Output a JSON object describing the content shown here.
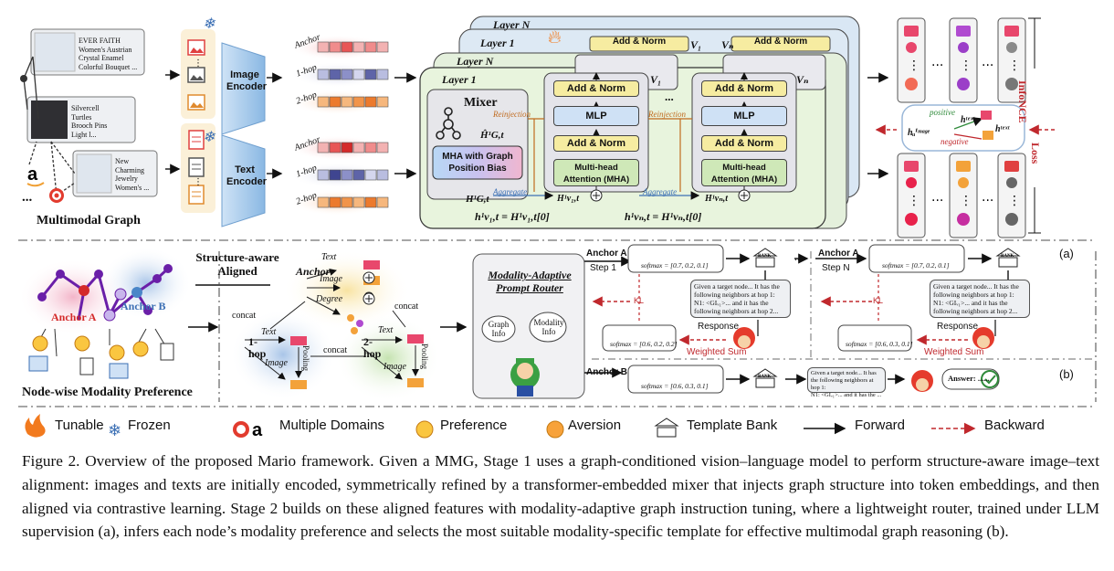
{
  "multimodal_graph": {
    "title": "Multimodal Graph",
    "product1": [
      "EVER FAITH",
      "Women's Austrian",
      "Crystal Enamel",
      "Colorful Bouquet ..."
    ],
    "product2": [
      "Silvercell",
      "Turtles",
      "Brooch Pins",
      "Light l..."
    ],
    "product3": [
      "New",
      "Charming",
      "Jewelry",
      "Women's ..."
    ],
    "ellipsis": "..."
  },
  "encoders": {
    "image": "Image\nEncoder",
    "image_l1": "Image",
    "image_l2": "Encoder",
    "text_l1": "Text",
    "text_l2": "Encoder"
  },
  "hop_labels": {
    "anchor": "Anchor",
    "hop1": "1-hop",
    "hop2": "2-hop"
  },
  "stage1": {
    "layer_n": "Layer N",
    "layer_1": "Layer 1",
    "dots": ":",
    "mixer_title": "Mixer",
    "mixer_block_l1": "MHA with Graph",
    "mixer_block_l2": "Position Bias",
    "add_norm": "Add & Norm",
    "mlp": "MLP",
    "mha_l1": "Multi-head",
    "mha_l2": "Attention (MHA)",
    "reinjection": "Reinjection",
    "aggregate": "Aggregate",
    "v1": "V₁",
    "vn": "Vₙ",
    "hg_label": "H¹G,t",
    "hg_hat": "Ĥ¹G,t",
    "eq1": "h¹v₁,t = H¹v₁,t[0]",
    "eq2": "h¹vₙ,t = H¹vₙ,t[0]",
    "h_v1": "H¹v₁,t",
    "h_vn": "H¹vₙ,t",
    "infonce": "InfoNCE",
    "loss": "Loss",
    "positive": "positive",
    "negative": "negative",
    "hu_image": "hᵤⁱᵐᵃᵍᵉ",
    "ht_text": "hᵗᵉˣᵗ",
    "panel_label": "(a)"
  },
  "preference": {
    "title": "Node-wise Modality Preference",
    "anchor_a": "Anchor A",
    "anchor_b": "Anchor B"
  },
  "aligned": {
    "title_l1": "Structure-aware",
    "title_l2": "Aligned",
    "anchor": "Anchor",
    "text": "Text",
    "image": "Image",
    "degree": "Degree",
    "concat": "concat",
    "hop1": "1-",
    "hop1b": "hop",
    "hop2": "2-",
    "hop2b": "hop",
    "pooling": "Pooling"
  },
  "router": {
    "title_l1": "Modality-Adaptive",
    "title_l2": "Prompt Router",
    "graph_info": "Graph Info",
    "modality_info": "Modality Info",
    "anchor_a": "Anchor A",
    "anchor_b": "Anchor B",
    "step1": "Step 1",
    "stepn": "Step N",
    "softmax1": "softmax = [0.7, 0.2, 0.1]",
    "softmax2": "softmax = [0.6, 0.2, 0.2]",
    "softmax3": "softmax = [0.6, 0.3, 0.1]",
    "kl": "KL",
    "response": "Response",
    "weighted_sum": "Weighted Sum",
    "bank": "BANK",
    "prompt1": "Given a target node... It has the following neighbors at hop 1:",
    "prompt_n1": "N1: <GIᵥ₁>... and it has the following neighbors at hop 2...",
    "prompt_b": "Given a target node... It has the following neighbors at hop 1:",
    "prompt_b2": "N1: <GIᵥ₁>... and it has the ...",
    "answer": "Answer: ......",
    "panel_label": "(b)"
  },
  "legend": {
    "tunable": "Tunable",
    "frozen": "Frozen",
    "domains": "Multiple Domains",
    "preference": "Preference",
    "aversion": "Aversion",
    "bank": "Template Bank",
    "forward": "Forward",
    "backward": "Backward"
  },
  "caption": "Figure 2. Overview of the proposed Mario framework. Given a MMG, Stage 1 uses a graph-conditioned vision–language model to perform structure-aware image–text alignment: images and texts are initially encoded, symmetrically refined by a transformer-embedded mixer that injects graph structure into token embeddings, and then aligned via contrastive learning. Stage 2 builds on these aligned features with modality-adaptive graph instruction tuning, where a lightweight router, trained under LLM supervision (a), infers each node’s modality preference and selects the most suitable modality-specific template for effective multimodal graph reasoning (b)."
}
